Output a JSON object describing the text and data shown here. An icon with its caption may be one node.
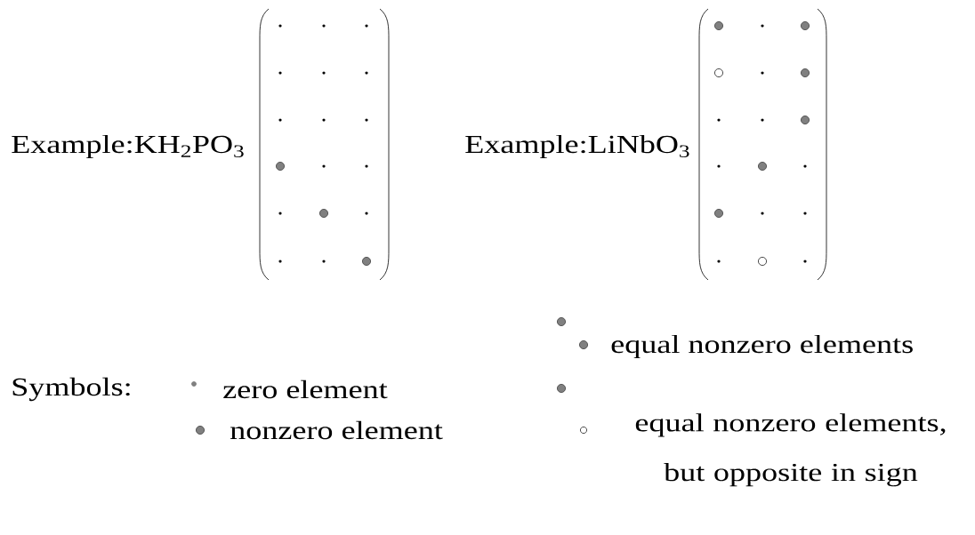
{
  "diagram": {
    "labels": [
      "Example:KH$_{2}$PO$_{3}$",
      "Example:LiNbO$_{3}$",
      "Symbols:",
      "zero element",
      "equal nonzero elements",
      "nonzero element",
      "equal nonzero elements, but opposite in sign"
    ]
  }
}
